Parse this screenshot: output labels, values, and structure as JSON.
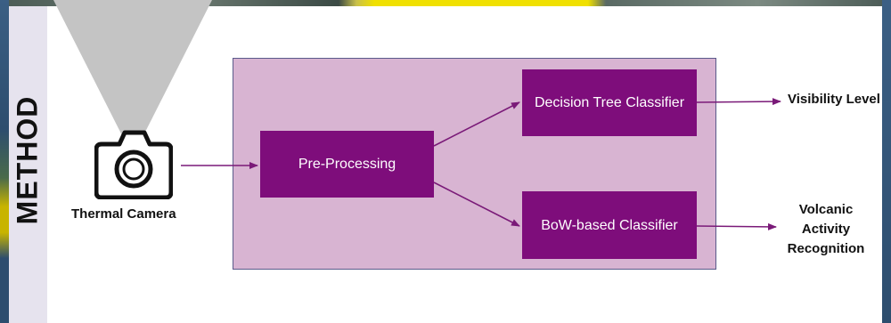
{
  "side_label": "METHOD",
  "camera": {
    "label": "Thermal Camera"
  },
  "blocks": {
    "pre_processing": "Pre-Processing",
    "decision_tree": "Decision Tree Classifier",
    "bow": "BoW-based Classifier"
  },
  "outputs": {
    "visibility": "Visibility Level",
    "volcanic": "Volcanic Activity Recognition"
  },
  "colors": {
    "block": "#7e0d7b",
    "panel": "#d8b4d2",
    "arrow": "#7a1a78",
    "cone": "#c4c4c4",
    "side_bar": "#e6e3ee"
  }
}
